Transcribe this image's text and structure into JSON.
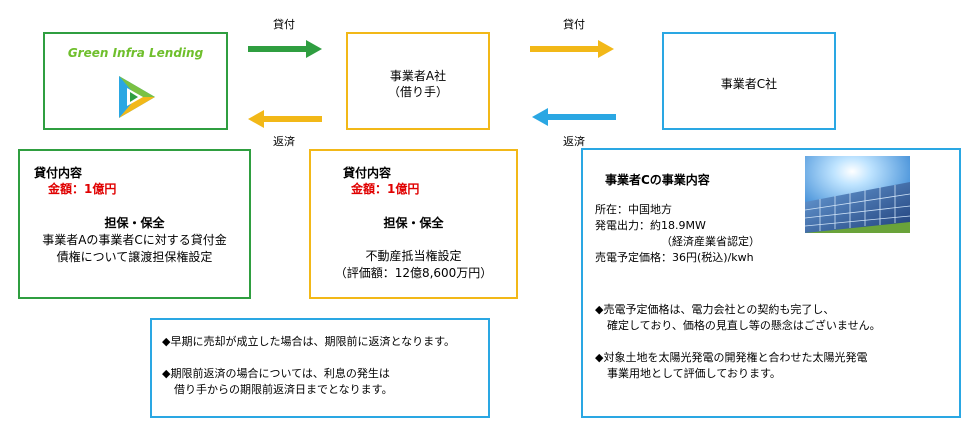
{
  "colors": {
    "green": "#2f9e40",
    "yellow": "#f2b818",
    "blue": "#2aa7e3",
    "red": "#e00000"
  },
  "arrows": {
    "top_left_label": "貸付",
    "top_right_label": "貸付",
    "bottom_left_label": "返済",
    "bottom_right_label": "返済"
  },
  "lender": {
    "logo_text": "Green Infra Lending"
  },
  "company_a": {
    "name": "事業者A社",
    "role": "（借り手）"
  },
  "company_c": {
    "name": "事業者C社"
  },
  "loan_box_1": {
    "heading": "貸付内容",
    "amount": "金額：1億円",
    "collateral_title": "担保・保全",
    "collateral_line1": "事業者Aの事業者Cに対する貸付金",
    "collateral_line2": "債権について譲渡担保権設定"
  },
  "loan_box_2": {
    "heading": "貸付内容",
    "amount": "金額：1億円",
    "collateral_title": "担保・保全",
    "collateral_line1": "不動産抵当権設定",
    "collateral_line2": "（評価額：12億8,600万円）"
  },
  "notes": {
    "note1": "◆早期に売却が成立した場合は、期限前に返済となります。",
    "note2_line1": "◆期限前返済の場合については、利息の発生は",
    "note2_line2": "借り手からの期限前返済日までとなります。"
  },
  "business_c": {
    "heading": "事業者Cの事業内容",
    "location": "所在：中国地方",
    "output": "発電出力：約18.9MW",
    "certification": "（経済産業省認定）",
    "price": "売電予定価格：36円(税込)/kwh",
    "point1_line1": "◆売電予定価格は、電力会社との契約も完了し、",
    "point1_line2": "確定しており、価格の見直し等の懸念はございません。",
    "point2_line1": "◆対象土地を太陽光発電の開発権と合わせた太陽光発電",
    "point2_line2": "事業用地として評価しております。"
  }
}
